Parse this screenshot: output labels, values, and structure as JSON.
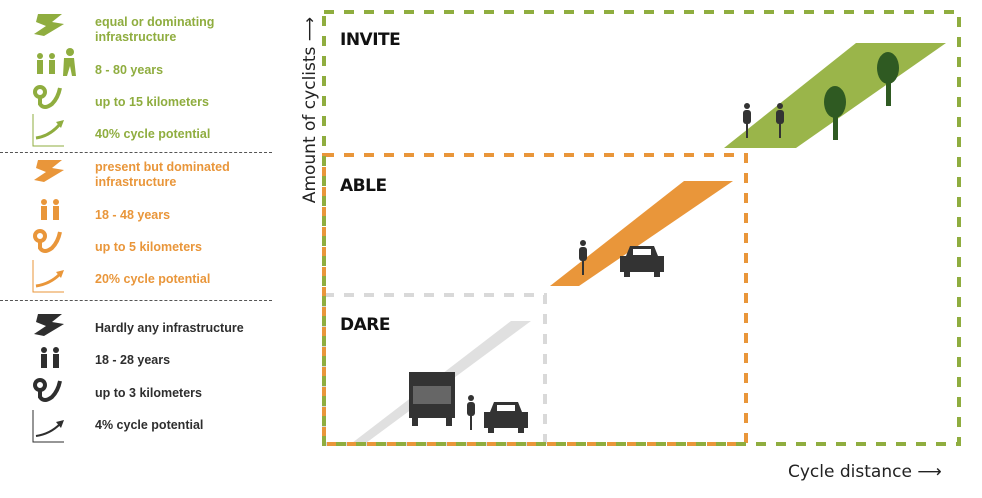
{
  "legend": [
    {
      "level": "invite",
      "color": "#8fad3f",
      "items": [
        "equal or dominating infrastructure",
        "8 - 80 years",
        "up to 15 kilometers",
        "40% cycle potential"
      ]
    },
    {
      "level": "able",
      "color": "#e9963a",
      "items": [
        "present but dominated infrastructure",
        "18 - 48 years",
        "up to 5 kilometers",
        "20% cycle potential"
      ]
    },
    {
      "level": "dare",
      "color": "#2e2e2e",
      "items": [
        "Hardly any infrastructure",
        "18 - 28 years",
        "up to 3 kilometers",
        "4% cycle potential"
      ]
    }
  ],
  "icons": [
    "road-icon",
    "people-icon",
    "route-pin-icon",
    "growth-chart-icon"
  ],
  "zones": {
    "invite": "INVITE",
    "able": "ABLE",
    "dare": "DARE"
  },
  "axes": {
    "y": "Amount of cyclists",
    "x": "Cycle distance"
  },
  "colors": {
    "invite": "#8fad3f",
    "able": "#e9963a",
    "dare": "#d9d9d9",
    "tree": "#2f5a22"
  }
}
